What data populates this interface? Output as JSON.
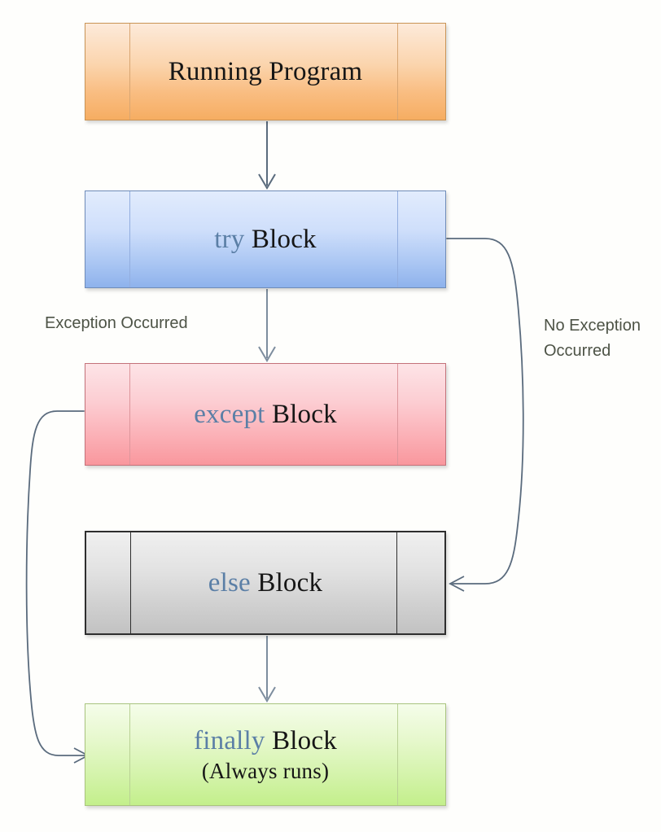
{
  "diagram": {
    "title": "Python try / except / else / finally execution flow",
    "background_color": "#fefefc",
    "keyword_color": "#5b7fa6",
    "text_color": "#161616",
    "edge_label_color": "#4d5346",
    "connector_color": "#5a6b7d"
  },
  "nodes": [
    {
      "id": "running",
      "keyword": "",
      "label": "Running Program",
      "sublabel": "",
      "fill_top": "#fdeada",
      "fill_bottom": "#f6ad62",
      "border": "#c99456",
      "shape": "predefined-process"
    },
    {
      "id": "try",
      "keyword": "try",
      "label": " Block",
      "sublabel": "",
      "fill_top": "#e2ecfd",
      "fill_bottom": "#8eb2ec",
      "border": "#6f8cb9",
      "shape": "predefined-process"
    },
    {
      "id": "except",
      "keyword": "except",
      "label": " Block",
      "sublabel": "",
      "fill_top": "#fde4e7",
      "fill_bottom": "#f9979d",
      "border": "#c4727a",
      "shape": "predefined-process"
    },
    {
      "id": "else",
      "keyword": "else",
      "label": " Block",
      "sublabel": "",
      "fill_top": "#f0f0f0",
      "fill_bottom": "#c2c2c2",
      "border": "#2e2e2e",
      "shape": "predefined-process"
    },
    {
      "id": "finally",
      "keyword": "finally",
      "label": " Block",
      "sublabel": "(Always runs)",
      "fill_top": "#f5fdea",
      "fill_bottom": "#c3ef8b",
      "border": "#a9c47e",
      "shape": "predefined-process"
    }
  ],
  "edges": [
    {
      "id": "running-to-try",
      "from": "running",
      "to": "try",
      "label": "",
      "style": "straight-down-arrow"
    },
    {
      "id": "try-to-except",
      "from": "try",
      "to": "except",
      "label": "Exception Occurred",
      "style": "straight-down-arrow"
    },
    {
      "id": "try-to-else",
      "from": "try",
      "to": "else",
      "label": "No Exception\nOccurred",
      "style": "curved-right-arrow"
    },
    {
      "id": "else-to-finally",
      "from": "else",
      "to": "finally",
      "label": "",
      "style": "straight-down-arrow"
    },
    {
      "id": "except-to-finally",
      "from": "except",
      "to": "finally",
      "label": "",
      "style": "curved-left-arrow"
    }
  ],
  "edge_labels": {
    "exception_occurred": "Exception Occurred",
    "no_exception_occurred": "No Exception\nOccurred"
  }
}
